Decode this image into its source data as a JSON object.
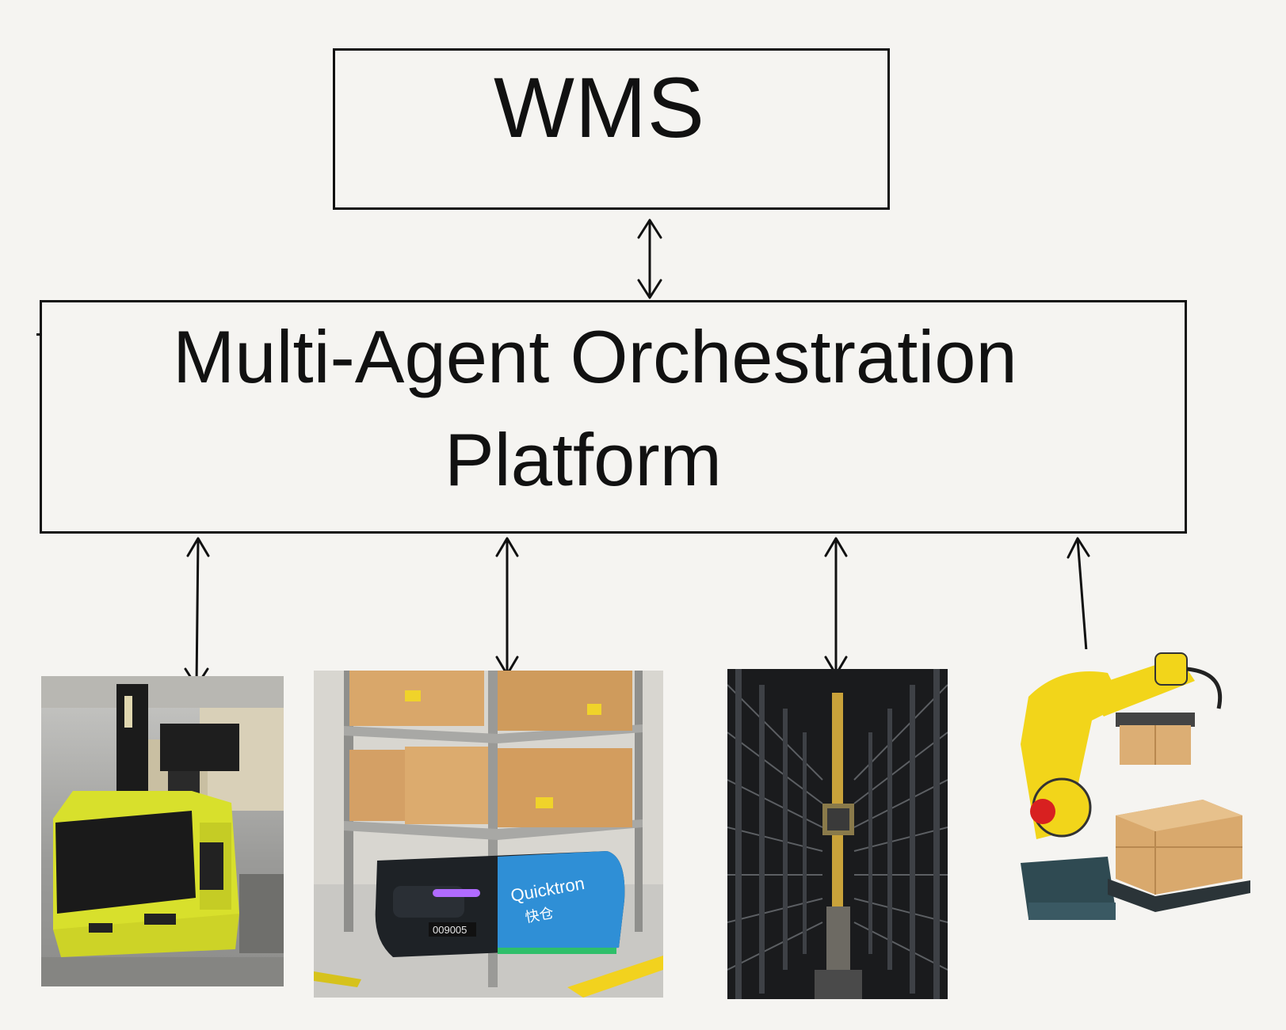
{
  "diagram": {
    "wms_label": "WMS",
    "platform_label_line1": "Multi-Agent Orchestration",
    "platform_label_line2": "Platform",
    "agents": [
      {
        "name": "autonomous-forklift"
      },
      {
        "name": "quicktron-shelf-robot",
        "brand_text": "Quicktron",
        "brand_cn": "快仓",
        "unit_id": "009005"
      },
      {
        "name": "as-rs-storage-aisle"
      },
      {
        "name": "palletizing-robot-arm"
      }
    ],
    "colors": {
      "background": "#f5f4f1",
      "line": "#111111",
      "forklift_yellow": "#d8e02c",
      "robot_arm_yellow": "#f2d51a",
      "carton": "#d9a76a",
      "robot_blue": "#2f8fd6"
    }
  }
}
